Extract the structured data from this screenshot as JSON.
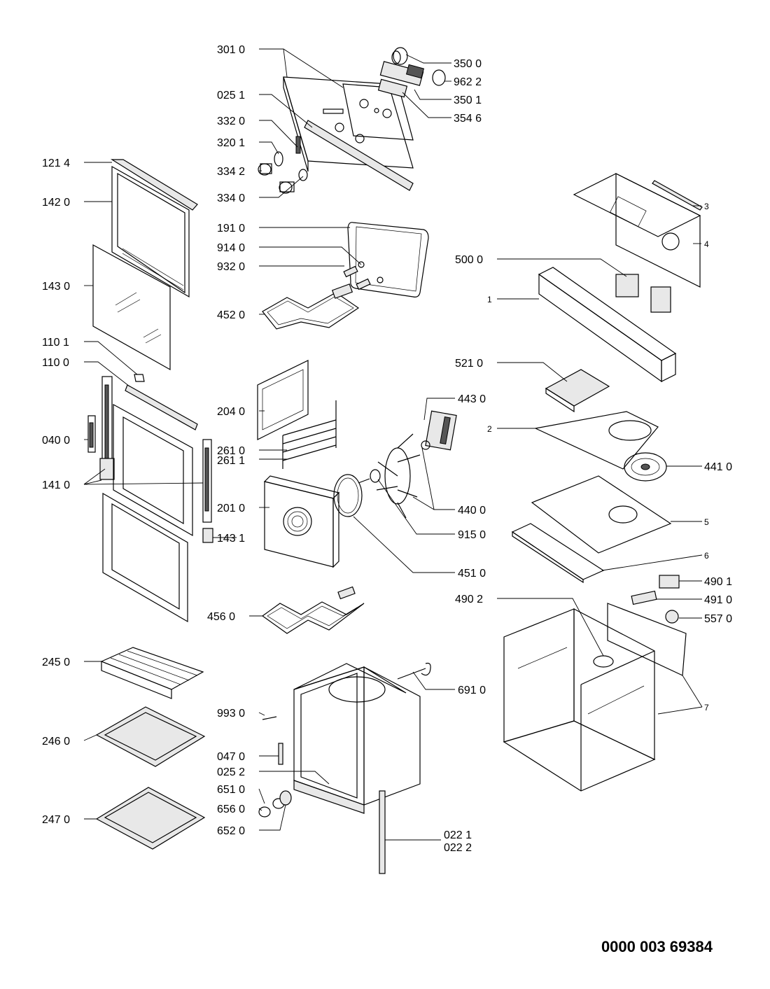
{
  "document": {
    "number": "0000 003 69384"
  },
  "callouts": {
    "c3010": "301 0",
    "c3500": "350 0",
    "c9622": "962 2",
    "c3501": "350 1",
    "c3546": "354 6",
    "c0251": "025 1",
    "c3320": "332 0",
    "c3201": "320 1",
    "c3342": "334 2",
    "c3340": "334 0",
    "c1214": "121 4",
    "c1420": "142 0",
    "c1910": "191 0",
    "c9140": "914 0",
    "c9320": "932 0",
    "c1430": "143 0",
    "c4520": "452 0",
    "c1101": "110 1",
    "c1100": "110 0",
    "c2040": "204 0",
    "c0400": "040 0",
    "c2610": "261 0",
    "c2611": "261 1",
    "c1410": "141 0",
    "c2010": "201 0",
    "c1431": "143 1",
    "c4430": "443 0",
    "c4400": "440 0",
    "c9150": "915 0",
    "c4510": "451 0",
    "c4560": "456 0",
    "c2450": "245 0",
    "c6910": "691 0",
    "c9930": "993 0",
    "c2460": "246 0",
    "c0470": "047 0",
    "c0252": "025 2",
    "c6510": "651 0",
    "c6560": "656 0",
    "c2470": "247 0",
    "c6520": "652 0",
    "c0221": "022 1",
    "c0222": "022 2",
    "c3": "3",
    "c4": "4",
    "c5000": "500 0",
    "c1": "1",
    "c5210": "521 0",
    "c2": "2",
    "c4410": "441 0",
    "c5": "5",
    "c6": "6",
    "c4901": "490 1",
    "c4902": "490 2",
    "c4910": "491 0",
    "c5570": "557 0",
    "c7": "7"
  }
}
